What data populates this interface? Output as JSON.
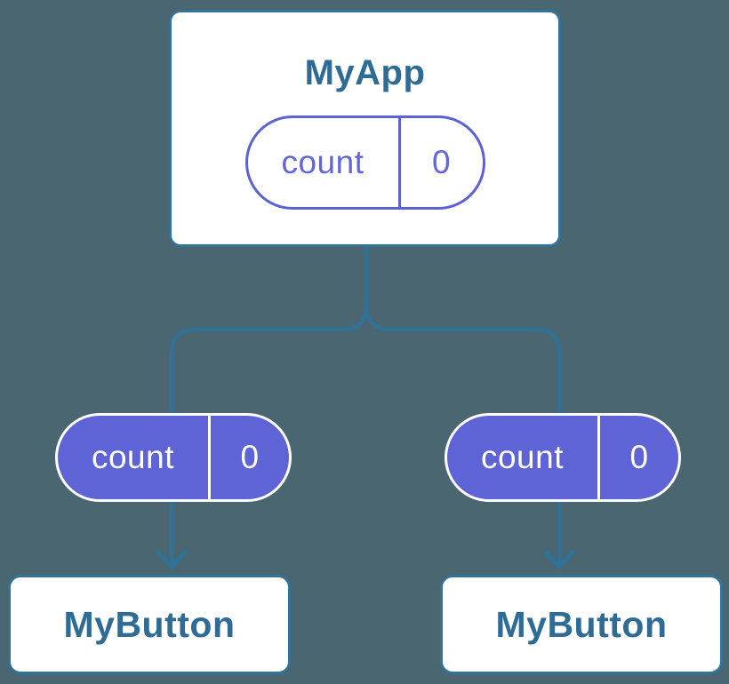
{
  "diagram": {
    "description": "React component tree showing state passed down as props",
    "background_color": "#4A6670",
    "colors": {
      "connector_blue": "#2F7296",
      "node_border_blue": "#337398",
      "node_text_blue": "#2E6C96",
      "pill_purple": "#5E63D6",
      "pill_outline_text_purple": "#6366D8",
      "pill_filled_text": "#FFFFFF"
    },
    "root": {
      "label": "MyApp",
      "state": {
        "name": "count",
        "value": "0"
      }
    },
    "props": [
      {
        "name": "count",
        "value": "0"
      },
      {
        "name": "count",
        "value": "0"
      }
    ],
    "children": [
      {
        "label": "MyButton"
      },
      {
        "label": "MyButton"
      }
    ]
  }
}
